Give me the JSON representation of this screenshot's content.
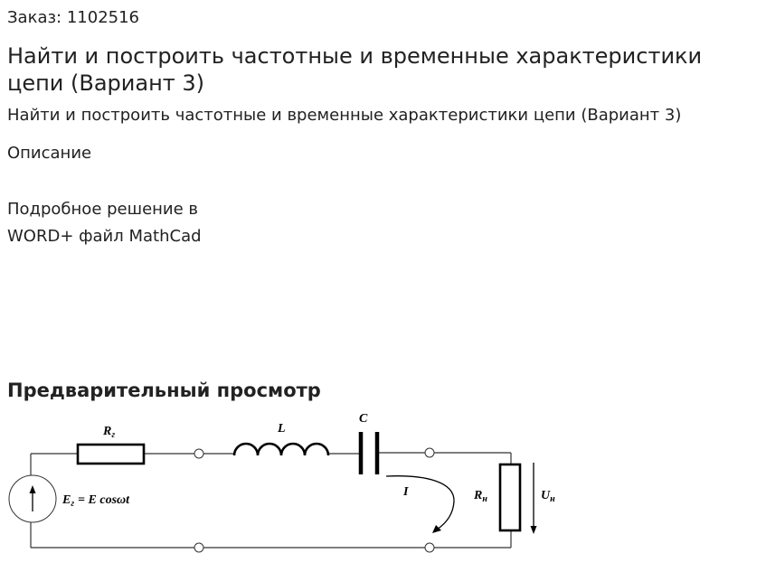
{
  "order": {
    "label": "Заказ:",
    "number": "1102516"
  },
  "title": "Найти и построить частотные и временные характеристики цепи (Вариант 3)",
  "subtitle": "Найти и построить частотные и временные характеристики цепи (Вариант 3)",
  "description": {
    "heading": "Описание",
    "text": "Подробное решение в WORD+ файл MathCad"
  },
  "preview": {
    "heading": "Предварительный просмотр"
  },
  "diagram": {
    "labels": {
      "source": {
        "symbol": "E",
        "sub": "г",
        "expression": "= E cosωt"
      },
      "r_gen": {
        "symbol": "R",
        "sub": "г"
      },
      "inductor": "L",
      "capacitor": "C",
      "current": "I",
      "r_load": {
        "symbol": "R",
        "sub": "н"
      },
      "voltage_load": {
        "symbol": "U",
        "sub": "н"
      }
    }
  },
  "colors": {
    "text": "#222222",
    "background": "#ffffff",
    "diagram_wire": "#333333",
    "diagram_component": "#000000"
  }
}
